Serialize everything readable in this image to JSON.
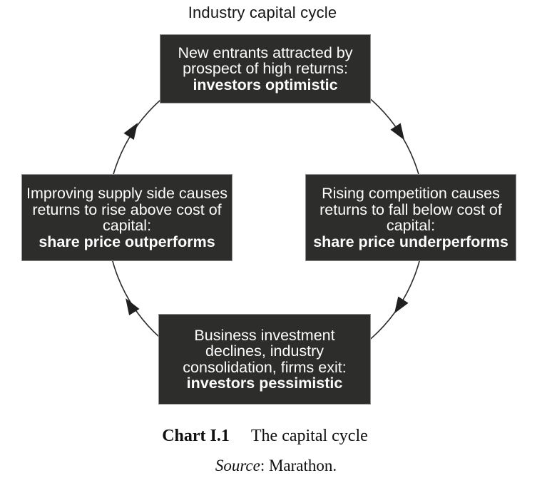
{
  "figure": {
    "title": "Industry capital cycle",
    "boxes": {
      "top": {
        "text": "New entrants attracted by\nprospect of high returns:",
        "emphasis": "investors optimistic"
      },
      "right": {
        "text": "Rising competition causes\nreturns to fall below cost of\ncapital:",
        "emphasis": "share price underperforms"
      },
      "bottom": {
        "text": "Business investment\ndeclines, industry\nconsolidation, firms exit:",
        "emphasis": "investors pessimistic"
      },
      "left": {
        "text": "Improving supply side causes\nreturns to rise above cost of\ncapital:",
        "emphasis": "share price outperforms"
      }
    },
    "cycle_direction": "clockwise",
    "colors": {
      "box_background": "#2d2d2c",
      "box_border": "#8f8f8f",
      "box_text": "#fdfdfd",
      "arrow": "#262626",
      "page_background": "#ffffff",
      "caption_text": "#101010"
    }
  },
  "caption": {
    "label": "Chart I.1",
    "title": "The capital cycle"
  },
  "source": {
    "label": "Source",
    "rest": ": Marathon."
  }
}
